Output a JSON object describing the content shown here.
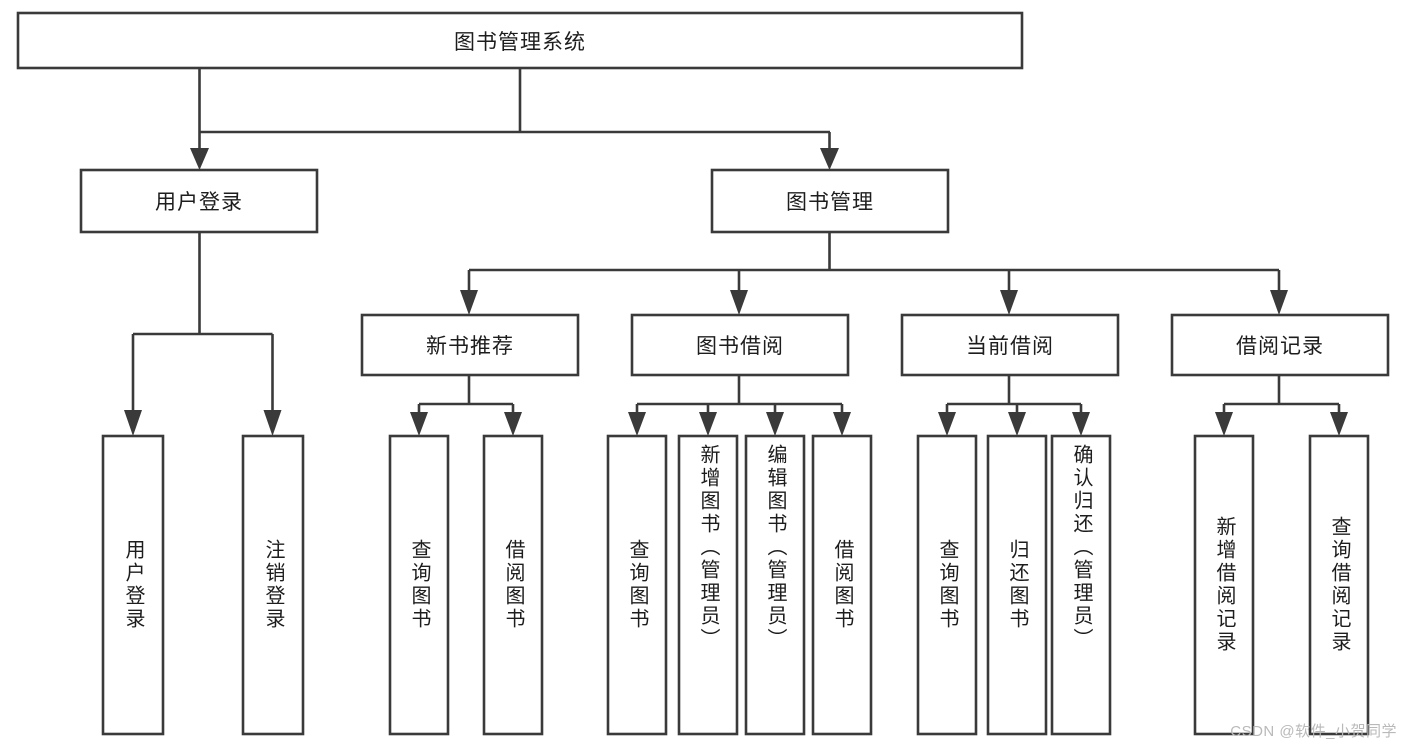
{
  "diagram": {
    "title": "图书管理系统",
    "type": "tree",
    "watermark": "CSDN @软件_小贺同学",
    "colors": {
      "stroke": "#3a3a3a",
      "fill": "#ffffff",
      "text": "#1d1d1d",
      "watermark": "#b9b9b9"
    },
    "levels": {
      "root": {
        "label": "图书管理系统"
      },
      "level2": [
        {
          "label": "用户登录"
        },
        {
          "label": "图书管理"
        }
      ],
      "level3": [
        {
          "label": "新书推荐"
        },
        {
          "label": "图书借阅"
        },
        {
          "label": "当前借阅"
        },
        {
          "label": "借阅记录"
        }
      ],
      "leaves": {
        "user_login": [
          {
            "label": "用户登录"
          },
          {
            "label": "注销登录"
          }
        ],
        "new_book_recommend": [
          {
            "label": "查询图书"
          },
          {
            "label": "借阅图书"
          }
        ],
        "book_borrow": [
          {
            "label": "查询图书"
          },
          {
            "label": "新增图书（管理员）"
          },
          {
            "label": "编辑图书（管理员）"
          },
          {
            "label": "借阅图书"
          }
        ],
        "current_borrow": [
          {
            "label": "查询图书"
          },
          {
            "label": "归还图书"
          },
          {
            "label": "确认归还（管理员）"
          }
        ],
        "borrow_record": [
          {
            "label": "新增借阅记录"
          },
          {
            "label": "查询借阅记录"
          }
        ]
      }
    }
  }
}
